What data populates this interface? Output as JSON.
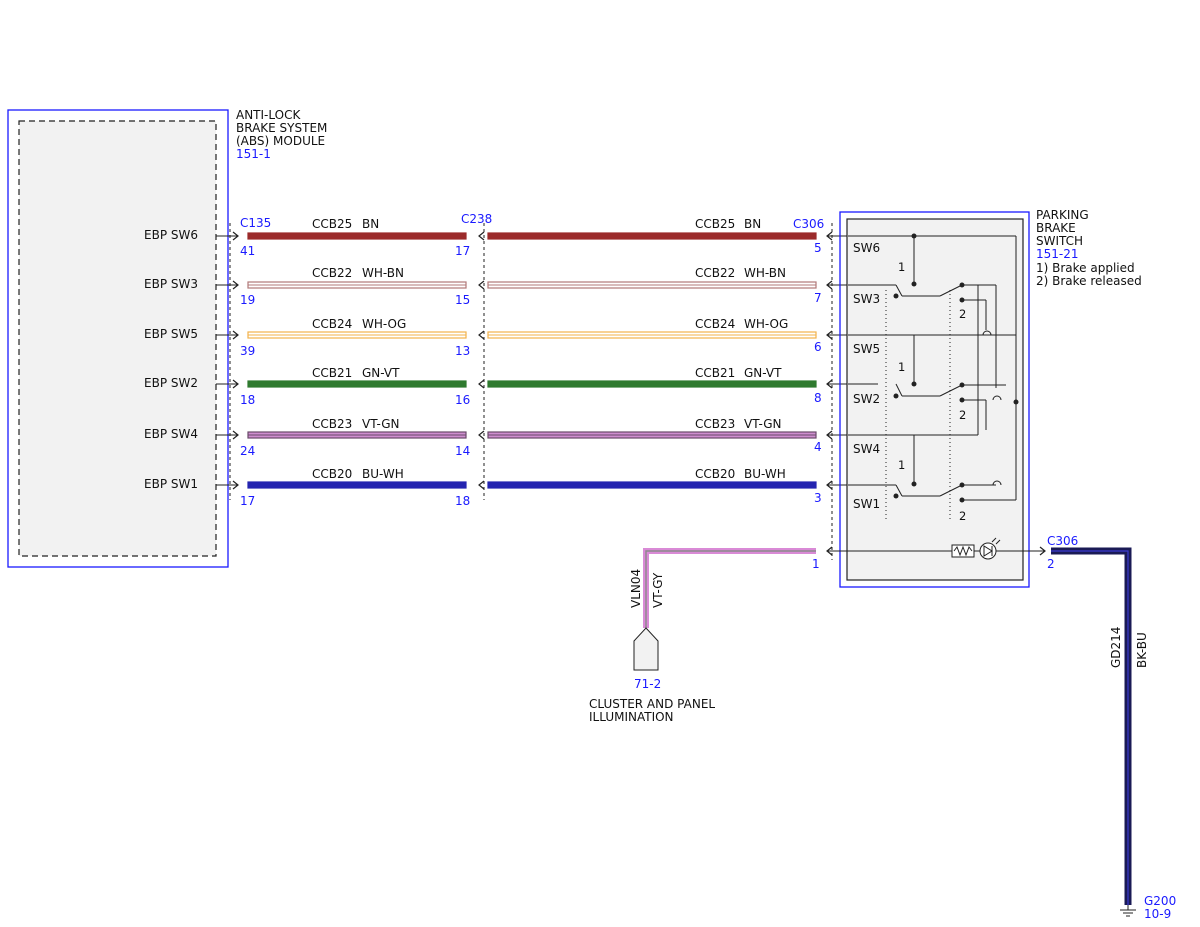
{
  "abs_module": {
    "title_lines": [
      "ANTI-LOCK",
      "BRAKE SYSTEM",
      "(ABS) MODULE"
    ],
    "ref": "151-1",
    "connector": "C135"
  },
  "inline_connector": "C238",
  "switch": {
    "title_lines": [
      "PARKING",
      "BRAKE",
      "SWITCH"
    ],
    "ref": "151-21",
    "notes": [
      "1) Brake applied",
      "2) Brake released"
    ],
    "connector": "C306",
    "switch_labels": [
      "SW6",
      "SW3",
      "SW5",
      "SW2",
      "SW4",
      "SW1"
    ],
    "position_marks": [
      "1",
      "2",
      "1",
      "2",
      "1",
      "2"
    ]
  },
  "circuits": [
    {
      "pin_label": "EBP SW6",
      "circuit": "CCB25",
      "color": "BN",
      "pin_c135": "41",
      "pin_c238": "17",
      "pin_c306": "5",
      "stripe": "#9b2a2a",
      "tracer": "#9b2a2a"
    },
    {
      "pin_label": "EBP SW3",
      "circuit": "CCB22",
      "color": "WH-BN",
      "pin_c135": "19",
      "pin_c238": "15",
      "pin_c306": "7",
      "stripe": "#ffffff",
      "tracer": "#b07878"
    },
    {
      "pin_label": "EBP SW5",
      "circuit": "CCB24",
      "color": "WH-OG",
      "pin_c135": "39",
      "pin_c238": "13",
      "pin_c306": "6",
      "stripe": "#ffffff",
      "tracer": "#f2b24a"
    },
    {
      "pin_label": "EBP SW2",
      "circuit": "CCB21",
      "color": "GN-VT",
      "pin_c135": "18",
      "pin_c238": "16",
      "pin_c306": "8",
      "stripe": "#2f7a2f",
      "tracer": "#2f7a2f"
    },
    {
      "pin_label": "EBP SW4",
      "circuit": "CCB23",
      "color": "VT-GN",
      "pin_c135": "24",
      "pin_c238": "14",
      "pin_c306": "4",
      "stripe": "#cf8ed0",
      "tracer": "#6a4a6a"
    },
    {
      "pin_label": "EBP SW1",
      "circuit": "CCB20",
      "color": "BU-WH",
      "pin_c135": "17",
      "pin_c238": "18",
      "pin_c306": "3",
      "stripe": "#2424b0",
      "tracer": "#2424b0"
    }
  ],
  "illumination": {
    "pin": "1",
    "circuit": "VLN04",
    "color": "VT-GY",
    "ref": "71-2",
    "label_lines": [
      "CLUSTER AND PANEL",
      "ILLUMINATION"
    ]
  },
  "ground": {
    "connector": "C306",
    "pin": "2",
    "circuit": "GD214",
    "color": "BK-BU",
    "point": "G200",
    "ref": "10-9"
  },
  "colors": {
    "reference_blue": "#1a1aff",
    "illumination_wire": "#d98ad6",
    "ground_wire": "#1a1a55",
    "module_fill": "#f2f2f2"
  }
}
